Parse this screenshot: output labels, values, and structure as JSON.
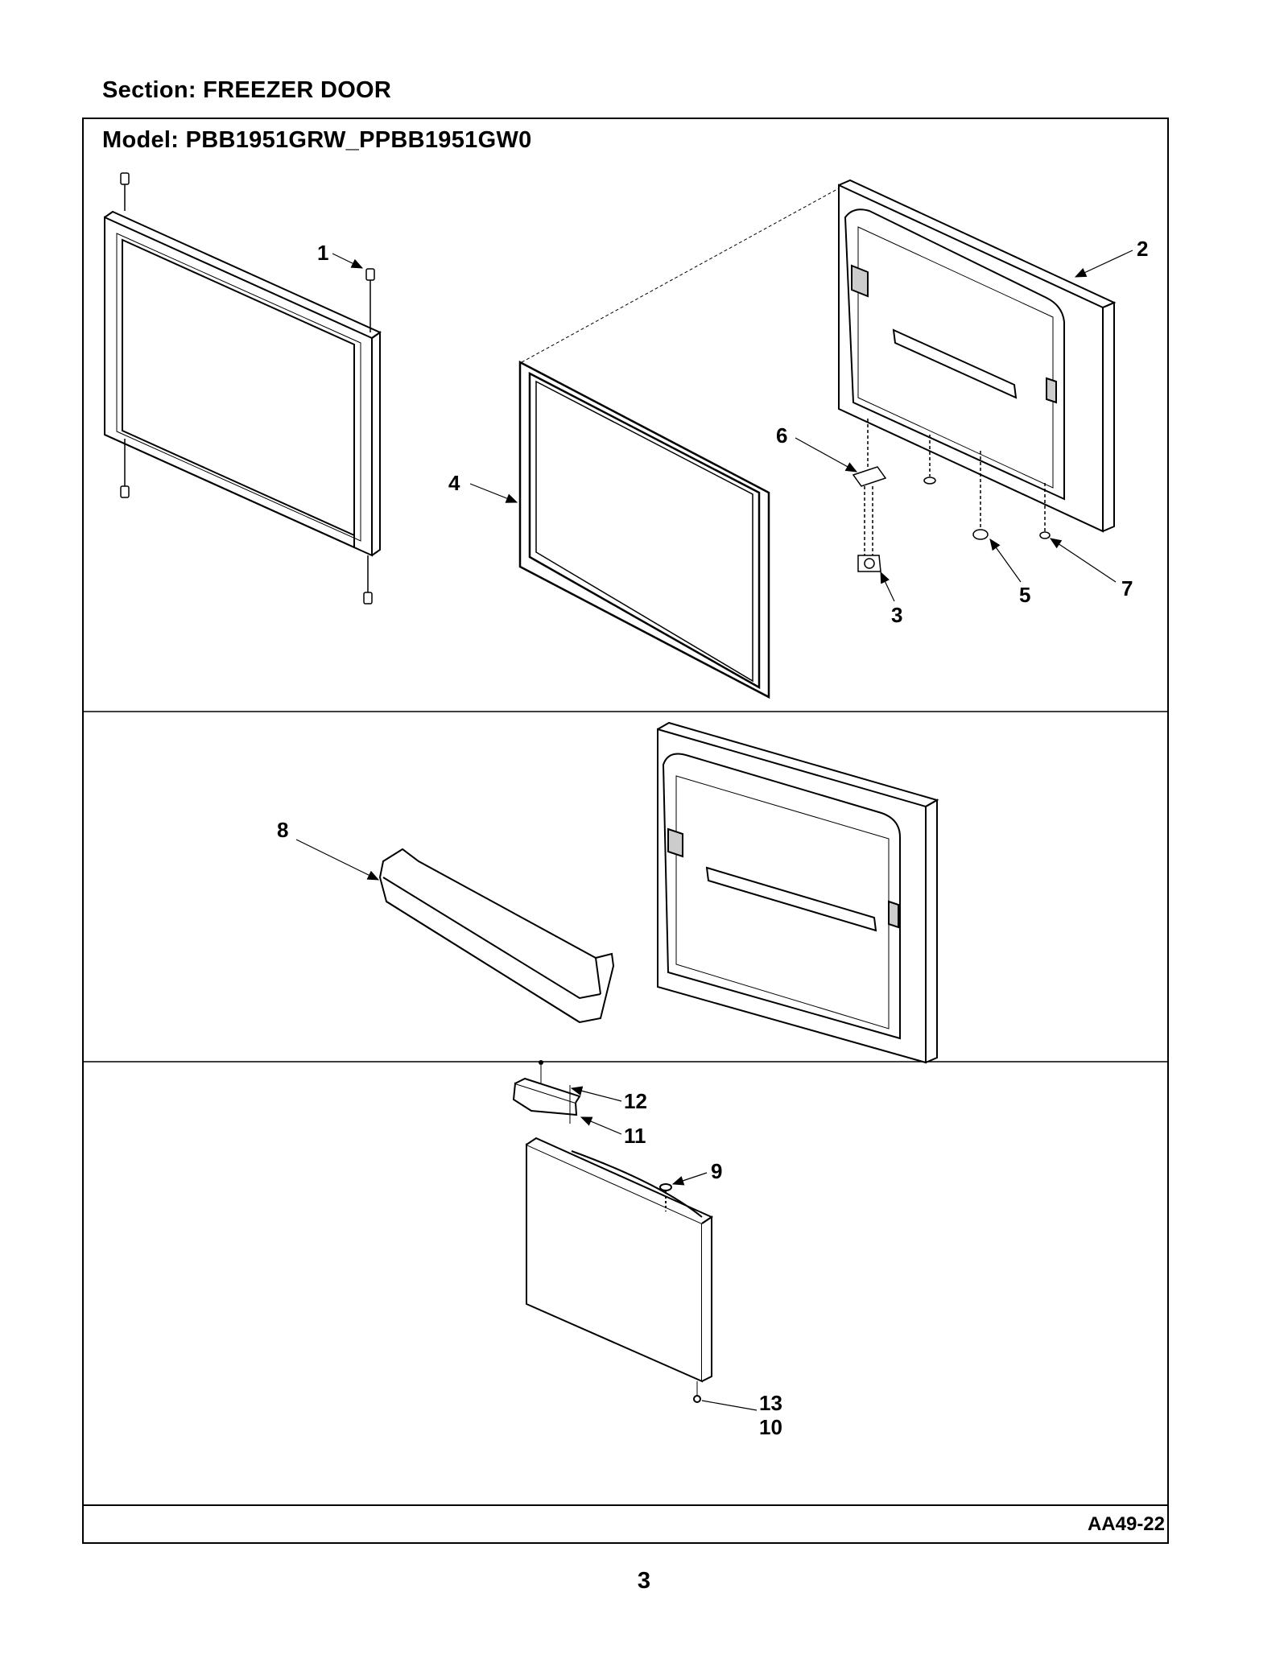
{
  "header": {
    "section_label": "Section:  FREEZER DOOR",
    "model_label": "Model:  PBB1951GRW_PPBB1951GW0"
  },
  "footer": {
    "diagram_code": "AA49-22",
    "page_number": "3"
  },
  "callouts": {
    "c1": "1",
    "c2": "2",
    "c3": "3",
    "c4": "4",
    "c5": "5",
    "c6": "6",
    "c7": "7",
    "c8": "8",
    "c9": "9",
    "c10": "10",
    "c11": "11",
    "c12": "12",
    "c13": "13"
  }
}
